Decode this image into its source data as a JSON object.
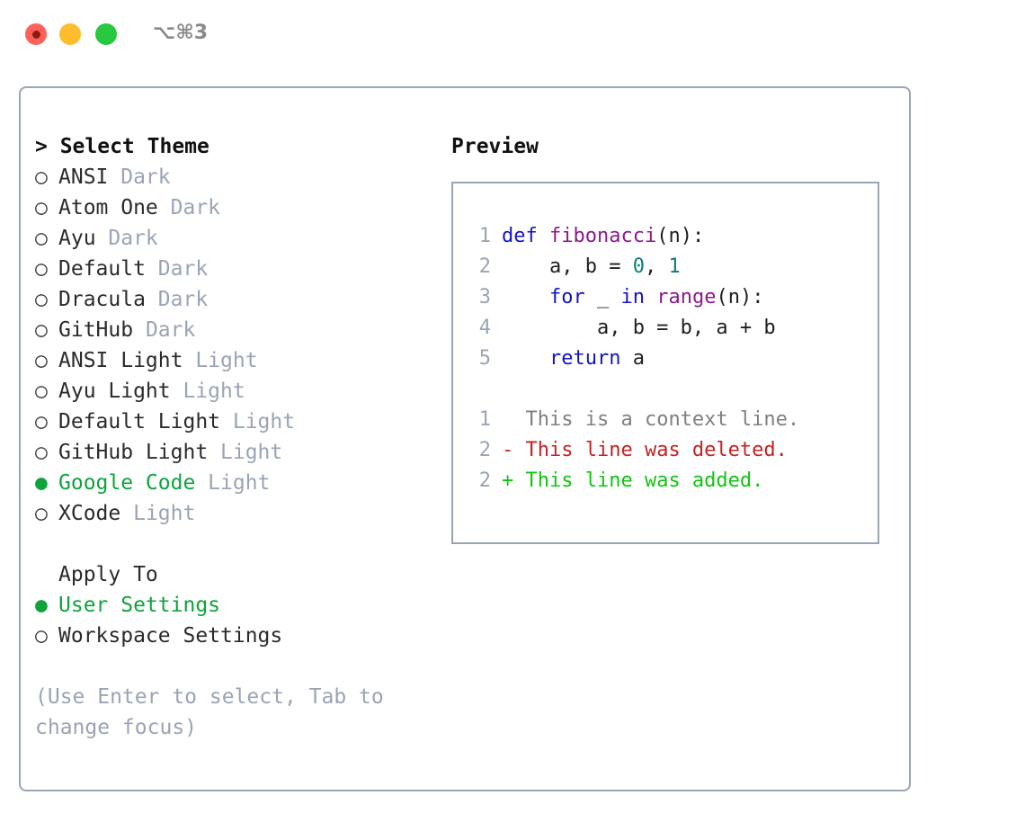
{
  "window": {
    "shortcut": "⌥⌘3",
    "traffic_lights": [
      {
        "name": "close",
        "color": "#ff6159"
      },
      {
        "name": "minimize",
        "color": "#ffbd2e"
      },
      {
        "name": "maximize",
        "color": "#28c840"
      }
    ]
  },
  "theme_picker": {
    "title": "> Select Theme",
    "bullet_unselected": "○",
    "bullet_selected": "●",
    "options": [
      {
        "label": "ANSI",
        "tag": "Dark",
        "selected": false
      },
      {
        "label": "Atom One",
        "tag": "Dark",
        "selected": false
      },
      {
        "label": "Ayu",
        "tag": "Dark",
        "selected": false
      },
      {
        "label": "Default",
        "tag": "Dark",
        "selected": false
      },
      {
        "label": "Dracula",
        "tag": "Dark",
        "selected": false
      },
      {
        "label": "GitHub",
        "tag": "Dark",
        "selected": false
      },
      {
        "label": "ANSI Light",
        "tag": "Light",
        "selected": false
      },
      {
        "label": "Ayu Light",
        "tag": "Light",
        "selected": false
      },
      {
        "label": "Default Light",
        "tag": "Light",
        "selected": false
      },
      {
        "label": "GitHub Light",
        "tag": "Light",
        "selected": false
      },
      {
        "label": "Google Code",
        "tag": "Light",
        "selected": true
      },
      {
        "label": "XCode",
        "tag": "Light",
        "selected": false
      }
    ]
  },
  "apply_to": {
    "title": "Apply To",
    "options": [
      {
        "label": "User Settings",
        "selected": true
      },
      {
        "label": "Workspace Settings",
        "selected": false
      }
    ]
  },
  "hint": "(Use Enter to select, Tab to change focus)",
  "preview": {
    "title": "Preview",
    "code_lines": [
      {
        "num": "1",
        "tokens": [
          {
            "t": "def ",
            "c": "kw"
          },
          {
            "t": "fibonacci",
            "c": "fn"
          },
          {
            "t": "(n):",
            "c": "txt"
          }
        ]
      },
      {
        "num": "2",
        "tokens": [
          {
            "t": "    a, b = ",
            "c": "txt"
          },
          {
            "t": "0",
            "c": "num"
          },
          {
            "t": ", ",
            "c": "txt"
          },
          {
            "t": "1",
            "c": "num"
          }
        ]
      },
      {
        "num": "3",
        "tokens": [
          {
            "t": "    ",
            "c": "txt"
          },
          {
            "t": "for",
            "c": "kw"
          },
          {
            "t": " _ ",
            "c": "txt"
          },
          {
            "t": "in",
            "c": "kw"
          },
          {
            "t": " ",
            "c": "txt"
          },
          {
            "t": "range",
            "c": "fn"
          },
          {
            "t": "(n):",
            "c": "txt"
          }
        ]
      },
      {
        "num": "4",
        "tokens": [
          {
            "t": "        a, b = b, a + b",
            "c": "txt"
          }
        ]
      },
      {
        "num": "5",
        "tokens": [
          {
            "t": "    ",
            "c": "txt"
          },
          {
            "t": "return",
            "c": "kw"
          },
          {
            "t": " a",
            "c": "txt"
          }
        ]
      }
    ],
    "diff_lines": [
      {
        "num": "1",
        "marker": "  ",
        "text": "This is a context line.",
        "kind": "ctx"
      },
      {
        "num": "2",
        "marker": "- ",
        "text": "This line was deleted.",
        "kind": "del"
      },
      {
        "num": "2",
        "marker": "+ ",
        "text": "This line was added.",
        "kind": "add"
      }
    ]
  },
  "colors": {
    "accent_green": "#0fa33c",
    "muted": "#9aa4b5",
    "border": "#9aa5b4",
    "keyword": "#1414c8",
    "function": "#8c1a8c",
    "number": "#0f7b7b",
    "deleted": "#c62222",
    "added": "#11c411",
    "context": "#808080"
  }
}
